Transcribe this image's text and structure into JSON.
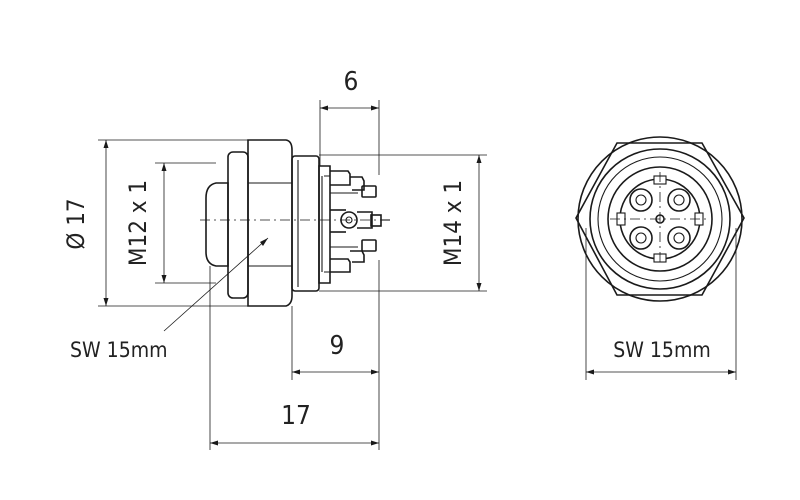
{
  "dimensions": {
    "top_width": "6",
    "diameter": "Ø 17",
    "thread_front": "M12 x 1",
    "thread_rear": "M14 x 1",
    "wrench_side": "SW 15mm",
    "depth_rear": "9",
    "total_length": "17",
    "wrench_front": "SW 15mm"
  },
  "colors": {
    "line": "#1a1a1a",
    "text": "#222222",
    "background": "#ffffff"
  }
}
